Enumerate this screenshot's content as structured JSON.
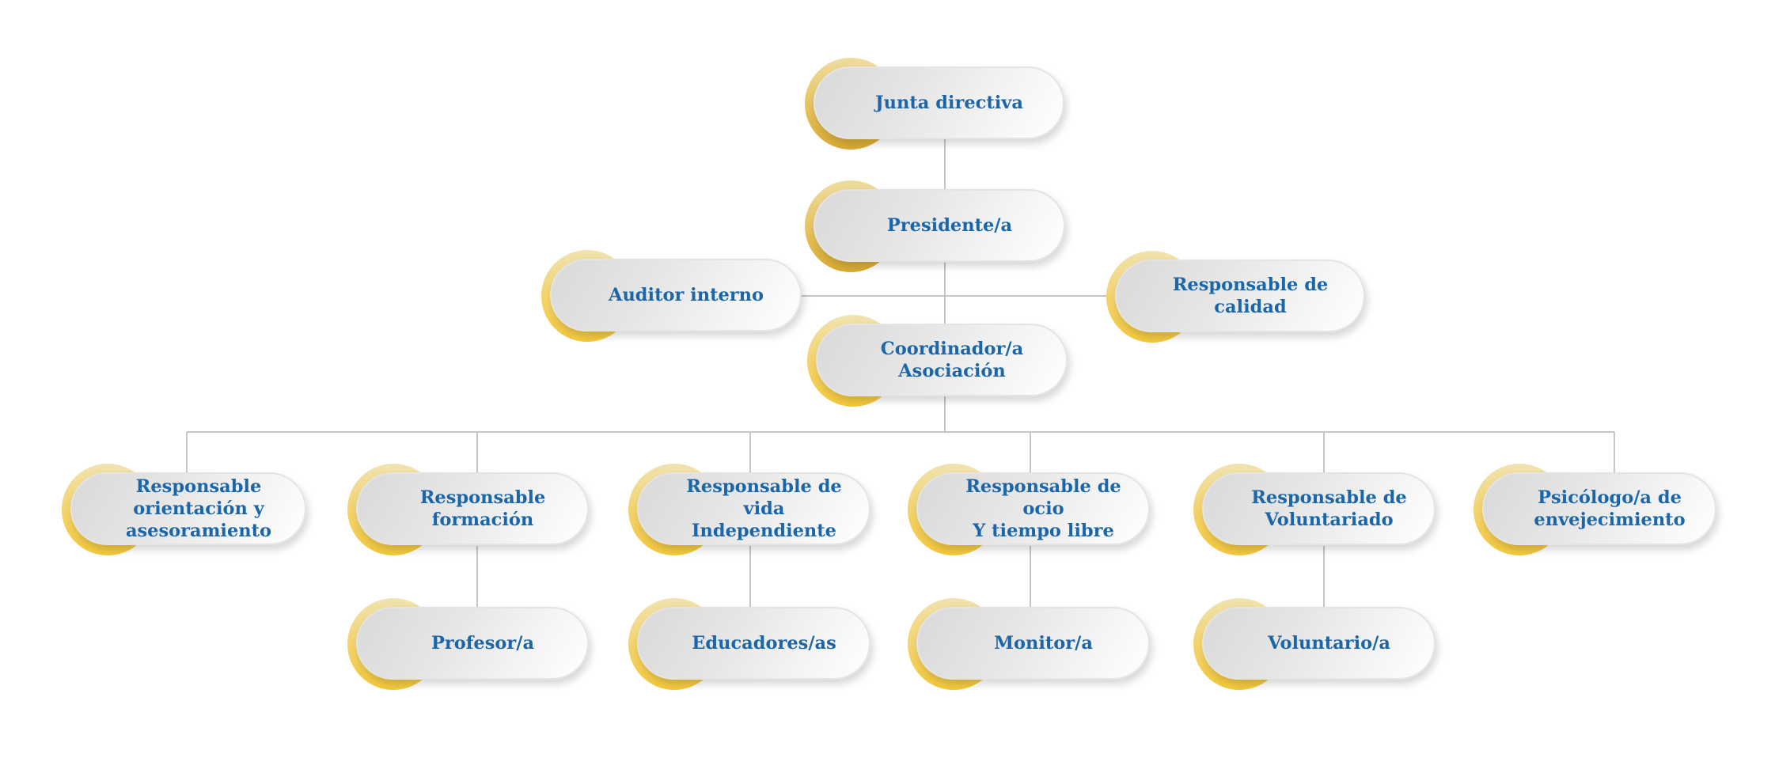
{
  "org_chart": {
    "nodes": {
      "junta": "Junta directiva",
      "presidente": "Presidente/a",
      "auditor": "Auditor interno",
      "calidad": "Responsable de\ncalidad",
      "coordinador": "Coordinador/a\nAsociación",
      "orientacion": "Responsable\norientación y\nasesoramiento",
      "formacion": "Responsable\nformación",
      "vida": "Responsable  de vida\nIndependiente",
      "ocio": "Responsable  de ocio\nY tiempo  libre",
      "voluntariado": "Responsable  de\nVoluntariado",
      "psicologo": "Psicólogo/a de\nenvejecimiento",
      "profesor": "Profesor/a",
      "educadores": "Educadores/as",
      "monitor": "Monitor/a",
      "voluntario": "Voluntario/a"
    }
  },
  "colors": {
    "text": "#1a66a8",
    "accent": "#f4c93a",
    "connector": "#c6c6c6"
  }
}
